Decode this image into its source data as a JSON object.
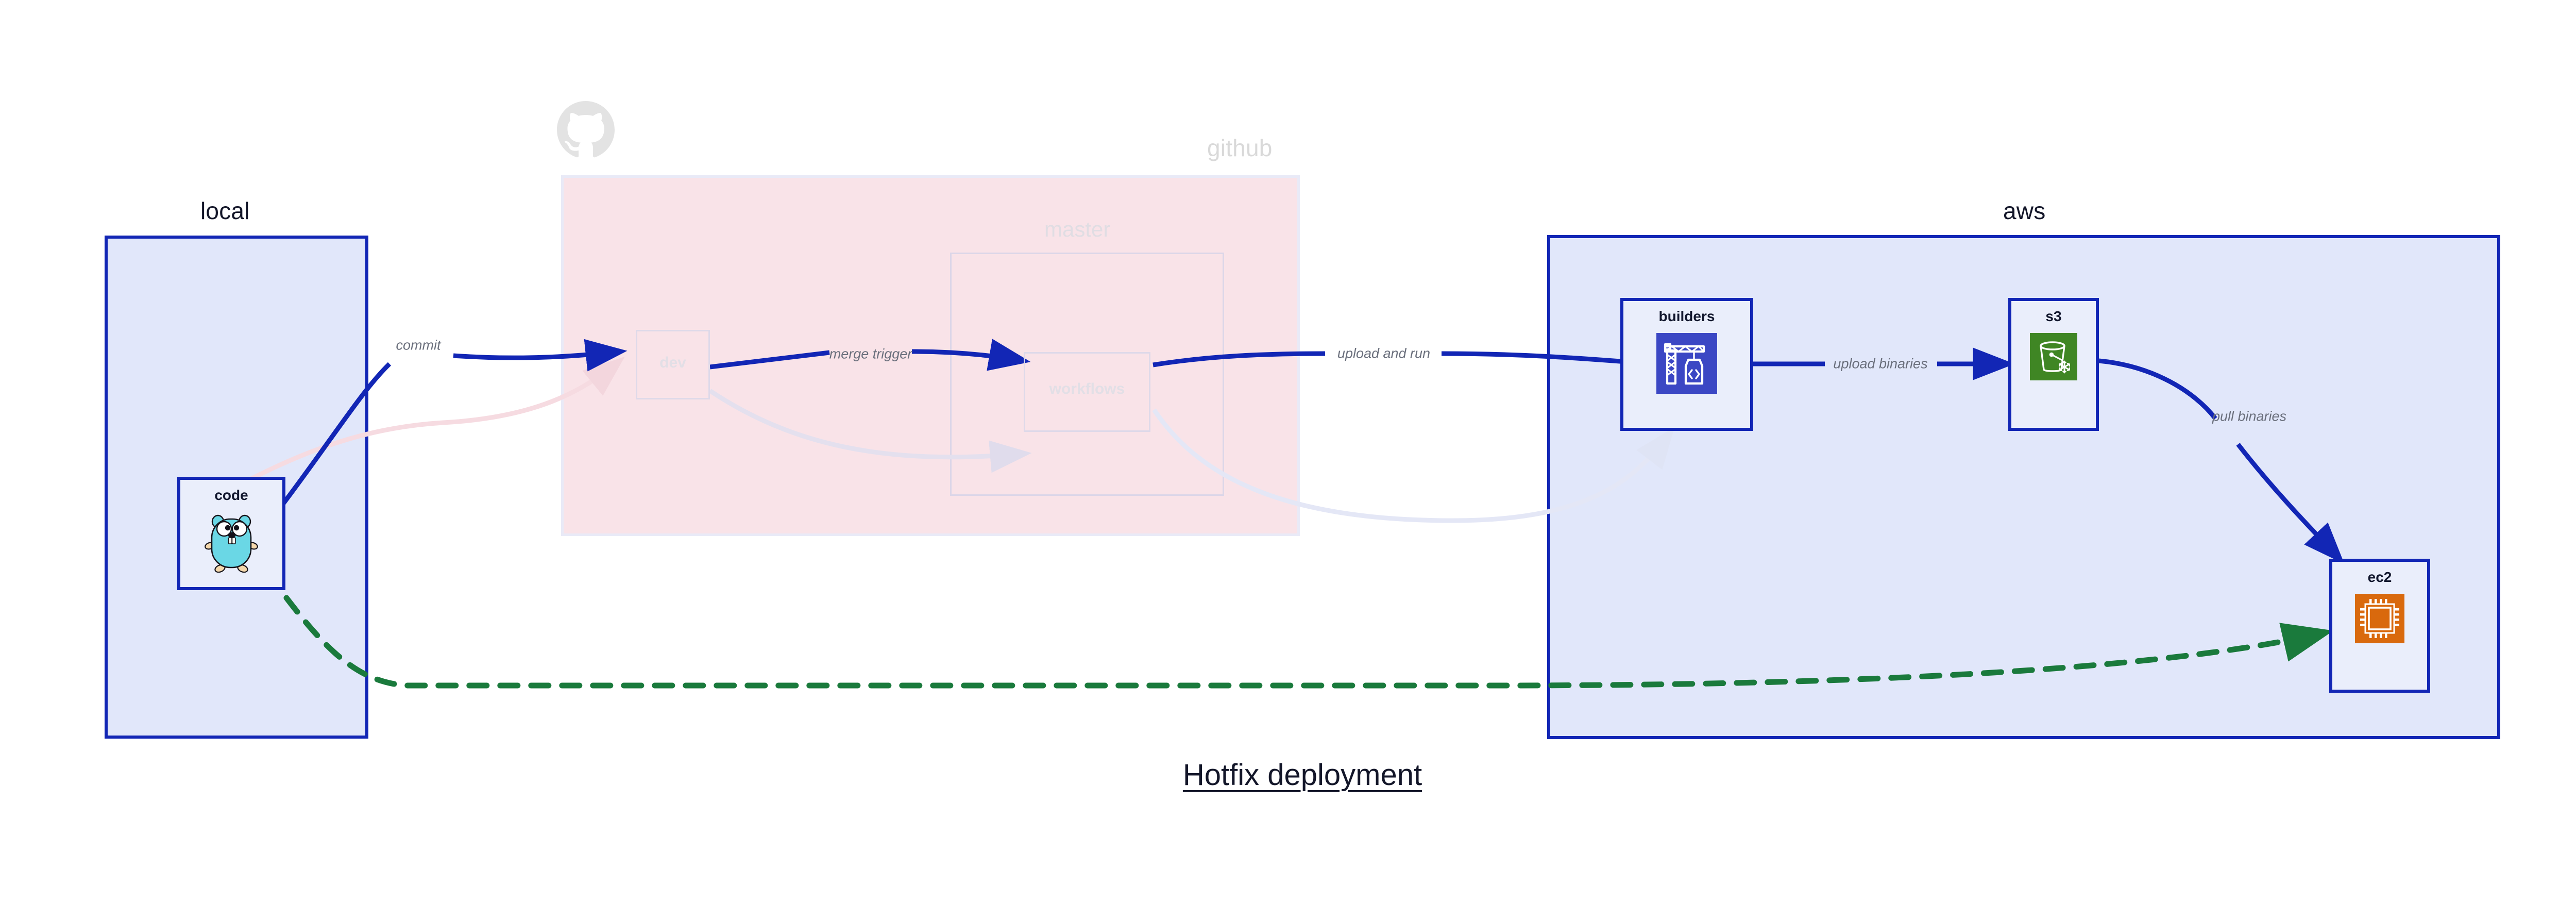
{
  "diagram": {
    "title": "Hotfix deployment",
    "background": "#ffffff"
  },
  "colors": {
    "group_border_blue": "#1226b5",
    "group_fill_blue": "#e1e7fa",
    "group_fill_pink": "#f9e3e8",
    "node_fill": "#eaeefb",
    "edge_blue": "#1226b5",
    "edge_green": "#1a7a3c",
    "edge_label_gray": "#6a6f7c",
    "faded_gray": "#d9d9d9",
    "s3_green": "#3f8624",
    "ec2_orange": "#d9690d",
    "builders_blue": "#3b47c4",
    "gopher_cyan": "#6ad7e5"
  },
  "groups": [
    {
      "id": "local",
      "label": "local",
      "faded": false
    },
    {
      "id": "github",
      "label": "github",
      "faded": true
    },
    {
      "id": "aws",
      "label": "aws",
      "faded": false
    }
  ],
  "subgroups": [
    {
      "id": "master",
      "label": "master",
      "parent": "github",
      "faded": true
    }
  ],
  "nodes": [
    {
      "id": "code",
      "label": "code",
      "group": "local",
      "icon": "go-gopher-icon",
      "faded": false
    },
    {
      "id": "dev",
      "label": "dev",
      "group": "github",
      "icon": "none",
      "faded": true
    },
    {
      "id": "workflows",
      "label": "workflows",
      "group": "master",
      "icon": "none",
      "faded": true
    },
    {
      "id": "builders",
      "label": "builders",
      "group": "aws",
      "icon": "crane-code-icon",
      "faded": false
    },
    {
      "id": "s3",
      "label": "s3",
      "group": "aws",
      "icon": "s3-bucket-icon",
      "faded": false
    },
    {
      "id": "ec2",
      "label": "ec2",
      "group": "aws",
      "icon": "cpu-chip-icon",
      "faded": false
    }
  ],
  "edges": [
    {
      "id": "commit",
      "from": "code",
      "to": "dev",
      "label": "commit",
      "style": "solid",
      "color": "#1226b5",
      "faded": false
    },
    {
      "id": "merge-trigger",
      "from": "dev",
      "to": "workflows",
      "label": "merge trigger",
      "style": "solid",
      "color": "#1226b5",
      "faded": false
    },
    {
      "id": "upload-and-run",
      "from": "workflows",
      "to": "builders",
      "label": "upload and run",
      "style": "solid",
      "color": "#1226b5",
      "faded": false
    },
    {
      "id": "upload-binaries",
      "from": "builders",
      "to": "s3",
      "label": "upload binaries",
      "style": "solid",
      "color": "#1226b5",
      "faded": false
    },
    {
      "id": "pull-binaries",
      "from": "s3",
      "to": "ec2",
      "label": "pull binaries",
      "style": "solid",
      "color": "#1226b5",
      "faded": false
    },
    {
      "id": "hotfix-direct",
      "from": "code",
      "to": "ec2",
      "label": "",
      "style": "dashed",
      "color": "#1a7a3c",
      "faded": false
    },
    {
      "id": "ghost-code-dev",
      "from": "code",
      "to": "dev",
      "label": "",
      "style": "solid",
      "color": "#f6dbe1",
      "faded": true
    },
    {
      "id": "ghost-dev-wf",
      "from": "dev",
      "to": "workflows",
      "label": "",
      "style": "solid",
      "color": "#e4e0ee",
      "faded": true
    },
    {
      "id": "ghost-wf-build",
      "from": "workflows",
      "to": "builders",
      "label": "",
      "style": "solid",
      "color": "#e4e7f6",
      "faded": true
    }
  ],
  "icons": {
    "github_logo": "github-octocat-icon"
  }
}
